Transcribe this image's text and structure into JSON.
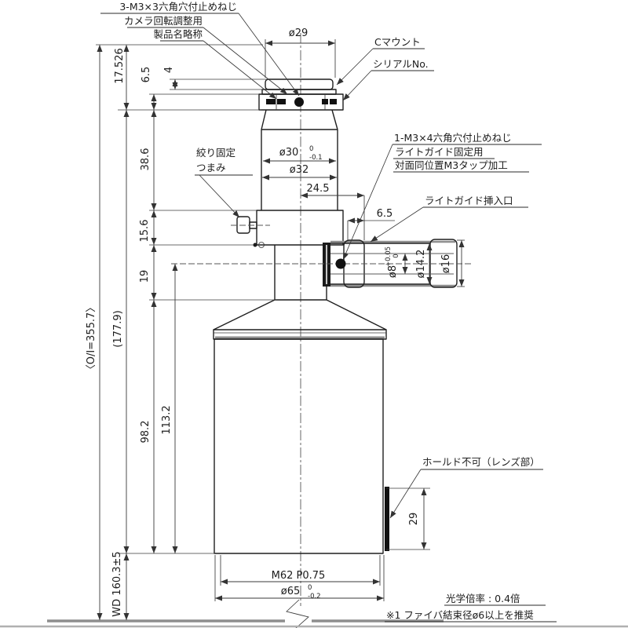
{
  "annotations": {
    "top_screw_l1": "3-M3×3六角穴付止めねじ",
    "top_screw_l2": "カメラ回転調整用",
    "top_screw_l3": "製品名略称",
    "c_mount": "Cマウント",
    "serial": "シリアルNo.",
    "side_screw_l1": "1-M3×4六角穴付止めねじ",
    "side_screw_l2": "ライトガイド固定用",
    "side_screw_l3": "対面同位置M3タップ加工",
    "light_guide": "ライトガイド挿入口",
    "knob_l1": "絞り固定",
    "knob_l2": "つまみ",
    "hold": "ホールド不可（レンズ部）"
  },
  "dims": {
    "dia29": "ø29",
    "dia30": "ø30",
    "dia30_tu": "0",
    "dia30_tl": "-0.1",
    "dia32": "ø32",
    "w245": "24.5",
    "w65": "6.5",
    "dia8": "ø8",
    "dia8_tu": "+0.05",
    "dia8_tl": "0",
    "dia142": "ø14.2",
    "dia16": "ø16",
    "v17526": "17.526",
    "v65": "6.5",
    "v4": "4",
    "v386": "38.6",
    "v156": "15.6",
    "v19": "19",
    "v982": "98.2",
    "v1132": "113.2",
    "oi": "〈O/I=355.7〉",
    "v1779": "(177.9)",
    "wd": "WD 160.3±5",
    "v29": "29",
    "thread": "M62 P0.75",
    "dia65": "ø65",
    "dia65_tu": "0",
    "dia65_tl": "-0.2"
  },
  "notes": {
    "magnification": "光学倍率 : 0.4倍",
    "fiber": "※1 ファイバ結束径ø6以上を推奨"
  }
}
